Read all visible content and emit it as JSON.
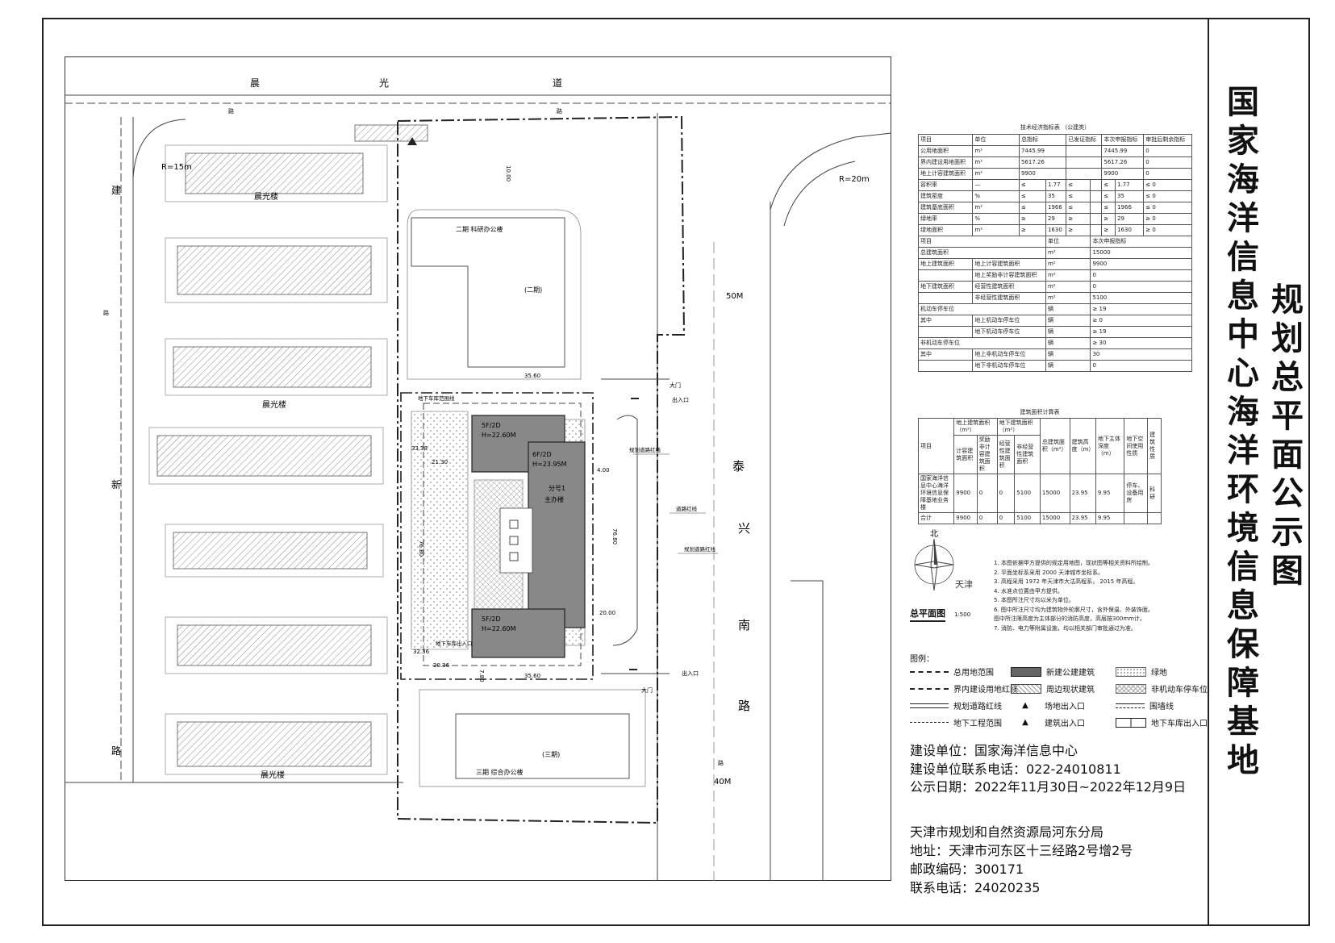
{
  "title": {
    "main": "国家海洋信息中心海洋环境信息保障基地",
    "sub": "规划总平面公示图"
  },
  "map": {
    "roads": {
      "top_a": "晨",
      "top_b": "光",
      "top_c": "道",
      "right_a": "泰",
      "right_b": "兴",
      "right_c": "南",
      "right_d": "路",
      "left_a": "建",
      "left_b": "新",
      "left_c": "路"
    },
    "road_marks": {
      "top_left": "路",
      "top_right": "路",
      "right_bottom": "路",
      "left_mid": "路"
    },
    "radius_left": "R=15m",
    "radius_right": "R=20m",
    "width_50": "50M",
    "width_40": "40M",
    "buildings": {
      "res_top": "晨光楼",
      "res_mid": "晨光楼",
      "res_bottom": "晨光楼",
      "phase2": "二期 科研办公楼",
      "phase2_tag": "(二期)",
      "phase3": "三期 综合办公楼",
      "phase3_tag": "(三期)",
      "main_label": "分号1",
      "main_label2": "主办楼"
    },
    "blocks": {
      "a": "5F/2D",
      "a_h": "H=22.60M",
      "b": "6F/2D",
      "b_h": "H=23.95M",
      "c": "5F/2D",
      "c_h": "H=22.60M"
    },
    "dims": {
      "d3560_top": "35.60",
      "d3560_bot": "35.60",
      "d7680_l": "76.80",
      "d7680_r": "76.80",
      "d2000": "20.00",
      "d400": "4.00",
      "d3338": "33.38",
      "d2036": "20.36",
      "d3236": "32.36",
      "d1000": "10.00",
      "d2130": "21.30",
      "d780": "7.80"
    },
    "labels": {
      "exit_top": "出入口",
      "exit_bottom": "出入口",
      "gate_top": "大门",
      "gate_bottom": "大门",
      "garage_top": "地下车库范围线",
      "garage_bottom": "地下车库出入口",
      "red1": "规划道路红线",
      "red2": "道路红线",
      "red3": "规划道路红线"
    }
  },
  "table1": {
    "caption": "技术经济指标表  （公建类）",
    "head": [
      "项目",
      "单位",
      "总指标",
      "已发证指标",
      "本次申报指标",
      "审批后剩余指标"
    ],
    "rows": [
      [
        "公用地面积",
        "m²",
        "7445.99",
        "",
        "7445.99",
        "0"
      ],
      [
        "界内建设用地面积",
        "m²",
        "5617.26",
        "",
        "5617.26",
        "0"
      ],
      [
        "地上计容建筑面积",
        "m²",
        "9900",
        "",
        "9900",
        "0"
      ],
      [
        "容积率",
        "—",
        "≤",
        "1.77",
        "≤",
        "≤",
        "1.77",
        "≤",
        "0"
      ],
      [
        "建筑密度",
        "%",
        "≤",
        "35",
        "≤",
        "≤",
        "35",
        "≤",
        "0"
      ],
      [
        "建筑基底面积",
        "m²",
        "≤",
        "1966",
        "≤",
        "≤",
        "1966",
        "≤",
        "0"
      ],
      [
        "绿地率",
        "%",
        "≥",
        "29",
        "≥",
        "≥",
        "29",
        "≥",
        "0"
      ],
      [
        "绿地面积",
        "m²",
        "≥",
        "1630",
        "≥",
        "≥",
        "1630",
        "≥",
        "0"
      ]
    ],
    "head2": [
      "项目",
      "单位",
      "本次申报指标"
    ],
    "rows2": [
      [
        "总建筑面积",
        "",
        "m²",
        "",
        "15000"
      ],
      [
        "地上建筑面积",
        "地上计容建筑面积",
        "m²",
        "",
        "9900"
      ],
      [
        "",
        "地上奖励非计容建筑面积",
        "m²",
        "",
        "0"
      ],
      [
        "地下建筑面积",
        "经营性建筑面积",
        "m²",
        "",
        "0"
      ],
      [
        "",
        "非经营性建筑面积",
        "m²",
        "",
        "5100"
      ],
      [
        "机动车停车位",
        "",
        "辆",
        "≥",
        "19"
      ],
      [
        "其中",
        "地上机动车停车位",
        "辆",
        "≥",
        "0"
      ],
      [
        "",
        "地下机动车停车位",
        "辆",
        "≥",
        "19"
      ],
      [
        "非机动车停车位",
        "",
        "辆",
        "≥",
        "30"
      ],
      [
        "其中",
        "地上非机动车停车位",
        "辆",
        "",
        "30"
      ],
      [
        "",
        "地下非机动车停车位",
        "辆",
        "",
        "0"
      ]
    ]
  },
  "table2": {
    "caption": "建筑面积计算表",
    "h1": [
      "项目",
      "地上建筑面积（m²）",
      "地下建筑面积（m²）",
      "总建筑面积（m²）",
      "建筑高度（m）",
      "地下主体深度（m）",
      "地下空间使用性质",
      "建筑性质"
    ],
    "h2": [
      "计容建筑面积",
      "奖励非计容建筑面积",
      "经营性建筑面积",
      "非经营性建筑面积"
    ],
    "row1": [
      "国家海洋信息中心海洋环境信息保障基地业务楼",
      "9900",
      "0",
      "0",
      "5100",
      "15000",
      "23.95",
      "9.95",
      "停车、设备用房",
      "科研"
    ],
    "row2": [
      "合计",
      "9900",
      "0",
      "0",
      "5100",
      "15000",
      "23.95",
      "9.95",
      "",
      ""
    ]
  },
  "compass": {
    "north": "北",
    "city": "天津"
  },
  "plan": {
    "name": "总平面图",
    "scale": "1:500"
  },
  "notes": [
    "1. 本图依据甲方提供的规定用地图，现状图等相关资料所绘制。",
    "2. 平面坐标系采用    2000 天津城市坐标系。",
    "3. 高程采用  1972 年天津市大沽高程系，   2015 年高程。",
    "4. 水准点位置由甲方提供。",
    "5. 本图所注尺寸均以米为单位。",
    "6. 图中所注尺寸均为建筑物外轮廓尺寸，含外保温、外装饰面。",
    "   图中所注限高度为主体部分的消防高度，高层按300mm计。",
    "7. 消防、电力等附属设施，均以相关部门审批通过为准。"
  ],
  "legend": {
    "title": "图例：",
    "items": [
      "总用地范围",
      "界内建设用地红线",
      "规划道路红线",
      "地下工程范围",
      "新建公建建筑",
      "周边现状建筑",
      "场地出入口",
      "建筑出入口",
      "绿地",
      "非机动车停车位",
      "围墙线",
      "地下车库出入口"
    ]
  },
  "info": {
    "builder": "建设单位：国家海洋信息中心",
    "phone": "建设单位联系电话：022-24010811",
    "date": "公示日期：2022年11月30日~2022年12月9日",
    "bureau": "天津市规划和自然资源局河东分局",
    "address": "地址：天津市河东区十三经路2号增2号",
    "postcode": "邮政编码：300171",
    "contact": "联系电话：24020235"
  }
}
